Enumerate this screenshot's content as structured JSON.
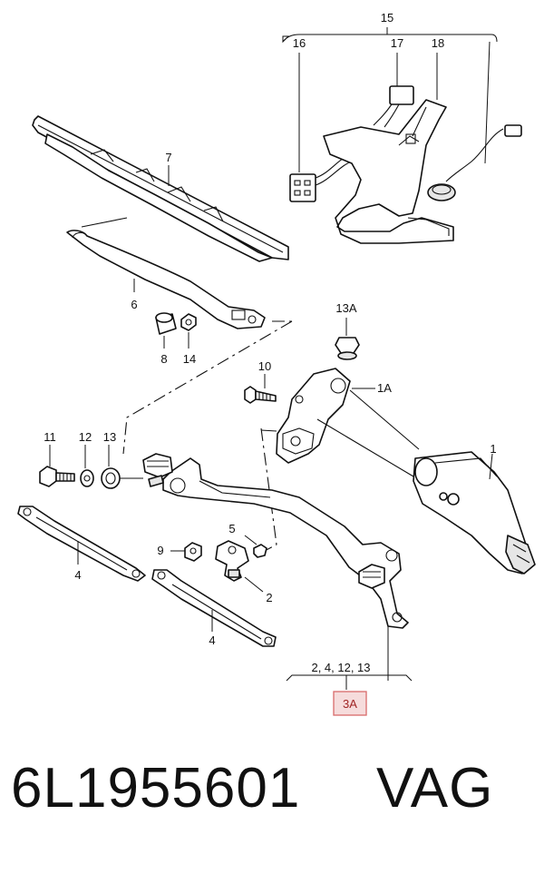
{
  "labels": {
    "l15": "15",
    "l16": "16",
    "l17": "17",
    "l18": "18",
    "l7": "7",
    "l6": "6",
    "l8": "8",
    "l14": "14",
    "l13a": "13A",
    "l1a": "1A",
    "l10": "10",
    "l11": "11",
    "l12": "12",
    "l13": "13",
    "l1": "1",
    "l5": "5",
    "l9": "9",
    "l2": "2",
    "l4a": "4",
    "l4b": "4",
    "group": "2, 4, 12, 13",
    "highlight": "3A"
  },
  "colors": {
    "highlight_fill": "#f6dcdc",
    "highlight_border": "#d86b6b",
    "line": "#111111"
  },
  "footer": {
    "part_number": "6L1955601",
    "brand": "VAG"
  }
}
